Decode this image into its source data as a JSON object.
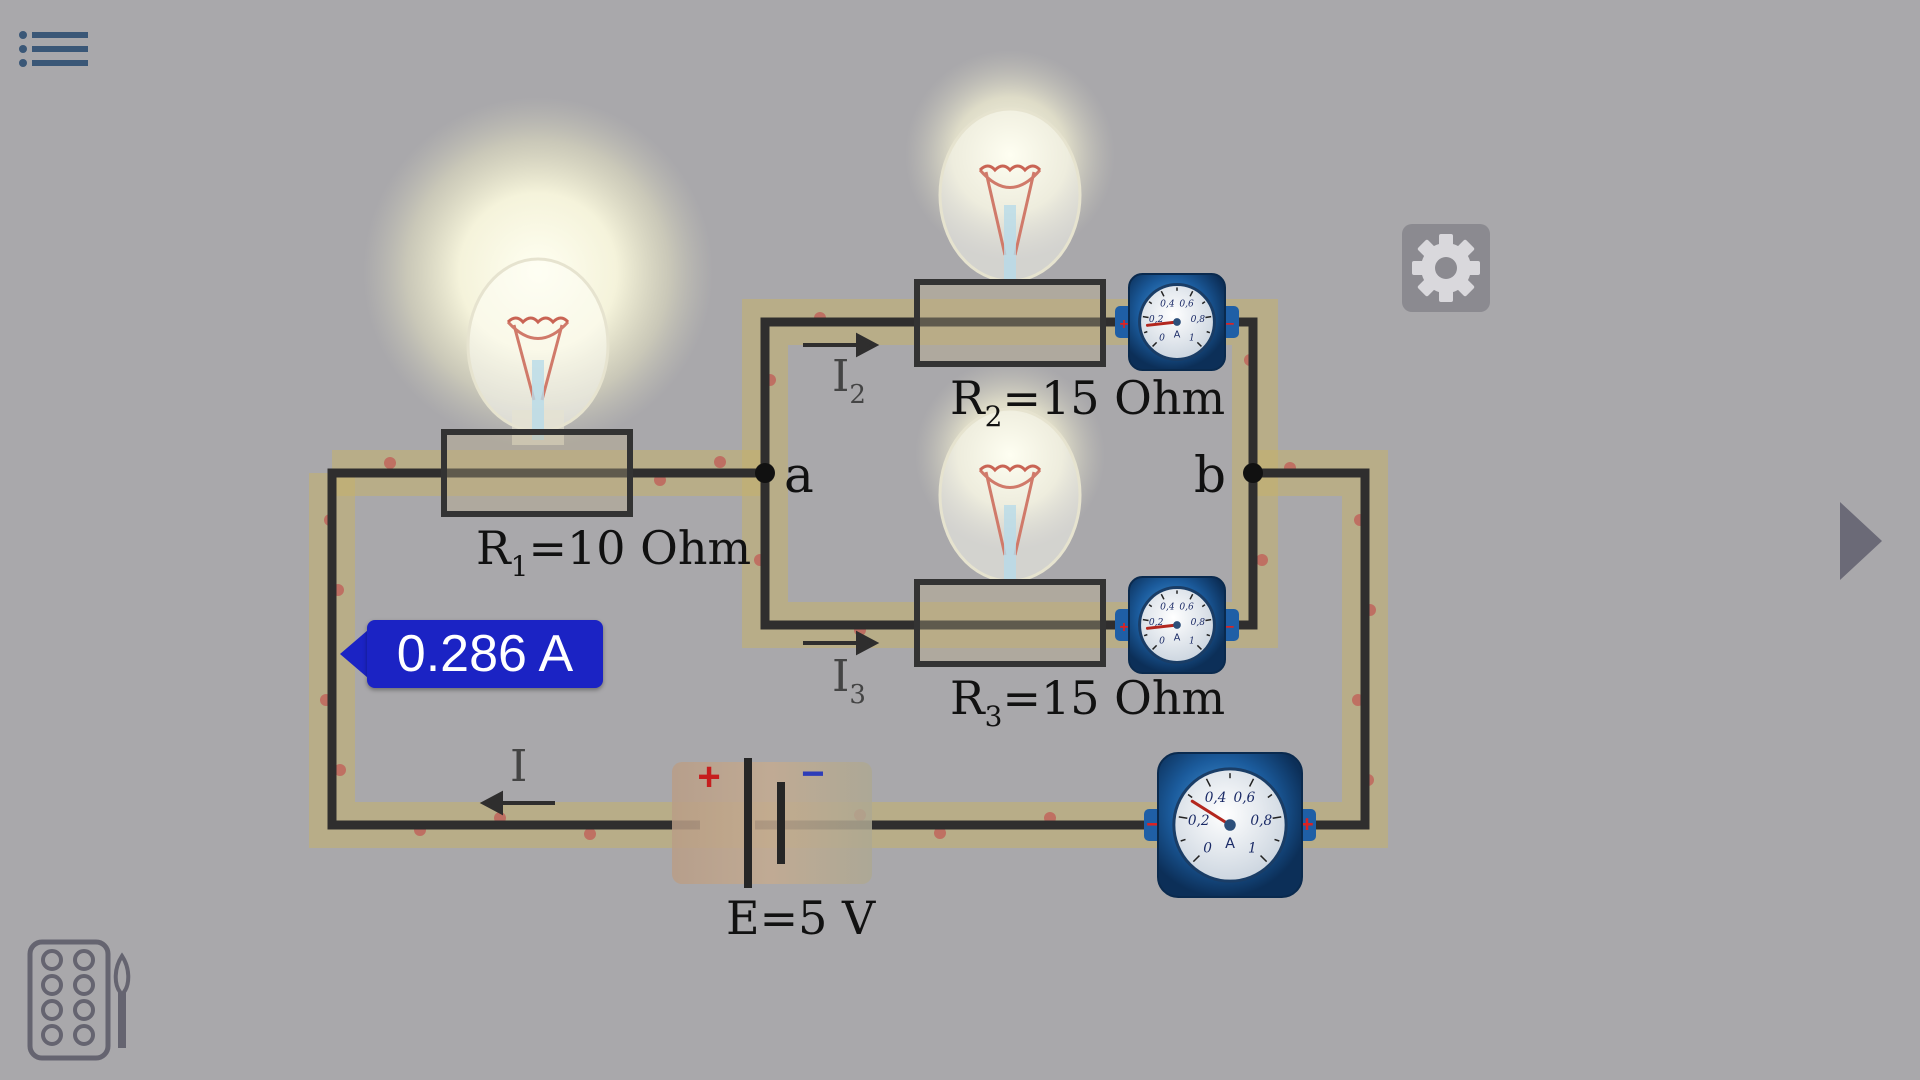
{
  "resistors": {
    "r1": {
      "name": "R",
      "index": "1",
      "value": "=10 Ohm"
    },
    "r2": {
      "name": "R",
      "index": "2",
      "value": "=15 Ohm"
    },
    "r3": {
      "name": "R",
      "index": "3",
      "value": "=15 Ohm"
    }
  },
  "battery": {
    "label": "E=5 V",
    "plus": "+",
    "minus": "−"
  },
  "currents": {
    "i": {
      "name": "I"
    },
    "i2": {
      "name": "I",
      "index": "2"
    },
    "i3": {
      "name": "I",
      "index": "3"
    }
  },
  "nodes": {
    "a": "a",
    "b": "b"
  },
  "current_reading": "0.286 A",
  "ammeter_scale": {
    "ticks": [
      "0",
      "0,2",
      "0,4",
      "0,6",
      "0,8",
      "1"
    ],
    "unit": "A",
    "reading_main": 0.286,
    "reading_branch": 0.143
  },
  "colors": {
    "background": "#a9a8ab",
    "wire": "#2f2e2e",
    "wire_glow": "#c8b46e",
    "tag": "#1b23c4",
    "battery_plus": "#c61e1e",
    "battery_minus": "#2d3db8"
  },
  "icons": {
    "menu": "list-menu-icon",
    "settings": "gear-icon",
    "next": "triangle-right-icon",
    "palette": "palette-brush-icon"
  }
}
